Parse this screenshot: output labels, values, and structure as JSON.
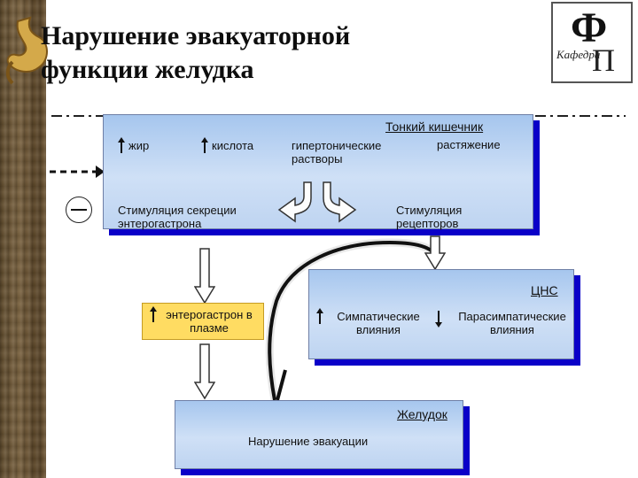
{
  "title": {
    "line1": "Нарушение эвакуаторной",
    "line2": "функции желудка"
  },
  "logo": {
    "letter": "Ф",
    "subletter": "П",
    "script": "Кафедра"
  },
  "small_intestine": {
    "heading": "Тонкий кишечник",
    "factors": [
      "жир",
      "кислота",
      "гипертонические растворы",
      "растяжение"
    ],
    "left_effect": "Стимуляция секреции энтерогастрона",
    "right_effect": "Стимуляция рецепторов"
  },
  "plasma_box": {
    "label": "энтерогастрон в плазме"
  },
  "cns": {
    "heading": "ЦНС",
    "sympathetic": "Симпатические влияния",
    "parasympathetic": "Парасимпатические влияния"
  },
  "stomach": {
    "heading": "Желудок",
    "result": "Нарушение эвакуации"
  },
  "inhibition_symbol": "minus-sign",
  "colors": {
    "box_blue": "#bcd3f1",
    "box_shadow": "#0a00c8",
    "box_yellow": "#ffdc62"
  }
}
